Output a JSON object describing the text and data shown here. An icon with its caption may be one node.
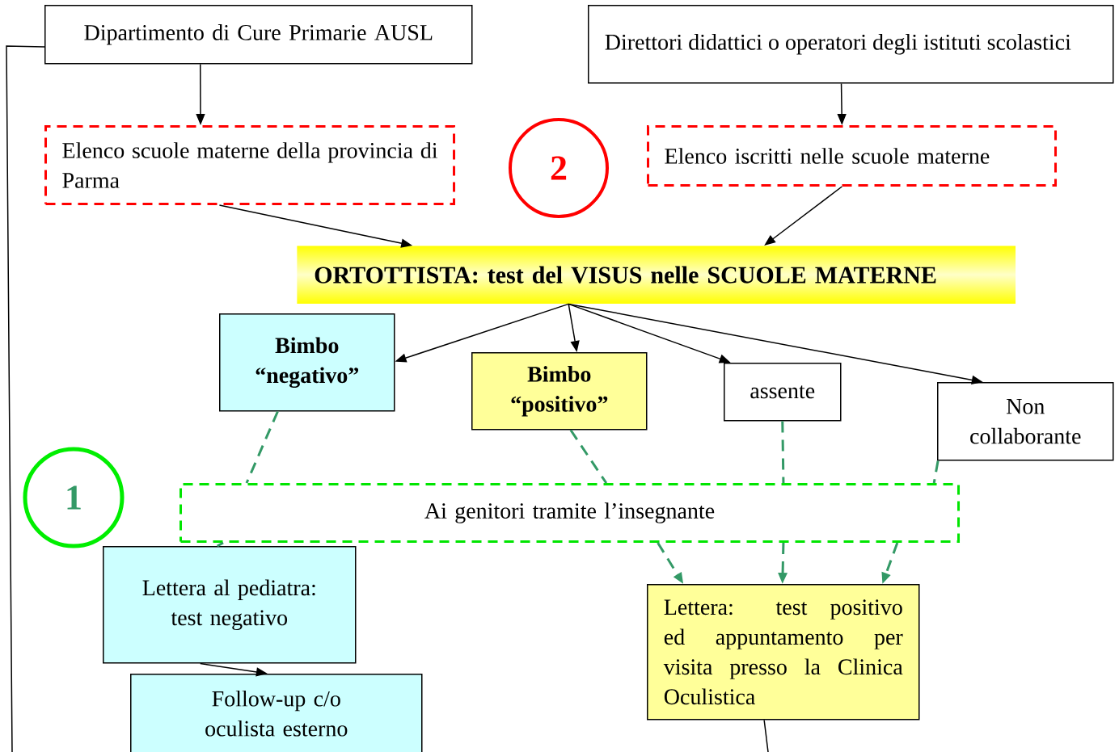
{
  "diagram": {
    "nodes": [
      {
        "text": [
          "Dipartimento di Cure Primarie AUSL"
        ]
      },
      {
        "text": [
          "Direttori didattici o operatori degli istituti scolastici"
        ]
      },
      {
        "text": [
          "Elenco scuole materne della provincia di Parma"
        ]
      },
      {
        "text": [
          "2"
        ]
      },
      {
        "text": [
          "Elenco iscritti nelle scuole materne"
        ]
      },
      {
        "text": [
          "ORTOTTISTA: test del VISUS nelle SCUOLE MATERNE"
        ]
      },
      {
        "text": [
          "Bimbo “negativo”"
        ]
      },
      {
        "text": [
          "Bimbo “positivo”"
        ]
      },
      {
        "text": [
          "assente"
        ]
      },
      {
        "text": [
          "Non collaborante"
        ]
      },
      {
        "text": [
          "1"
        ]
      },
      {
        "text": [
          "Ai genitori tramite l’insegnante"
        ]
      },
      {
        "text": [
          "Lettera al pediatra: test negativo"
        ]
      },
      {
        "text": [
          "Follow-up c/o oculista esterno"
        ]
      },
      {
        "text": [
          "Lettera: test positivo ed appuntamento per visita presso la Clinica Oculistica"
        ]
      }
    ],
    "edges": [
      {
        "from": 0,
        "to": 2,
        "arrow": "to"
      },
      {
        "from": 1,
        "to": 4,
        "arrow": "to"
      },
      {
        "from": 2,
        "to": 5,
        "arrow": "to"
      },
      {
        "from": 4,
        "to": 5,
        "arrow": "to"
      },
      {
        "from": 5,
        "to": 6,
        "arrow": "to"
      },
      {
        "from": 5,
        "to": 7,
        "arrow": "to"
      },
      {
        "from": 5,
        "to": 8,
        "arrow": "to"
      },
      {
        "from": 5,
        "to": 9,
        "arrow": "to"
      },
      {
        "from": 6,
        "to": 11,
        "arrow": "none",
        "style": "dashed",
        "color": "#339966"
      },
      {
        "from": 7,
        "to": 11,
        "arrow": "none",
        "style": "dashed",
        "color": "#339966"
      },
      {
        "from": 8,
        "to": 11,
        "arrow": "none",
        "style": "dashed",
        "color": "#339966"
      },
      {
        "from": 9,
        "to": 11,
        "arrow": "none",
        "style": "dashed",
        "color": "#339966"
      },
      {
        "from": 11,
        "to": 12,
        "arrow": "none",
        "style": "dashed",
        "color": "#339966"
      },
      {
        "from": 11,
        "to": 14,
        "arrow": "to",
        "style": "dashed",
        "color": "#339966"
      },
      {
        "from": 11,
        "to": 14,
        "arrow": "to",
        "style": "dashed",
        "color": "#339966"
      },
      {
        "from": 11,
        "to": 14,
        "arrow": "to",
        "style": "dashed",
        "color": "#339966"
      },
      {
        "from": 12,
        "to": 13,
        "arrow": "to"
      },
      {
        "from": 0,
        "to": null,
        "arrow": "none"
      },
      {
        "from": 14,
        "to": null,
        "arrow": "none"
      }
    ]
  }
}
